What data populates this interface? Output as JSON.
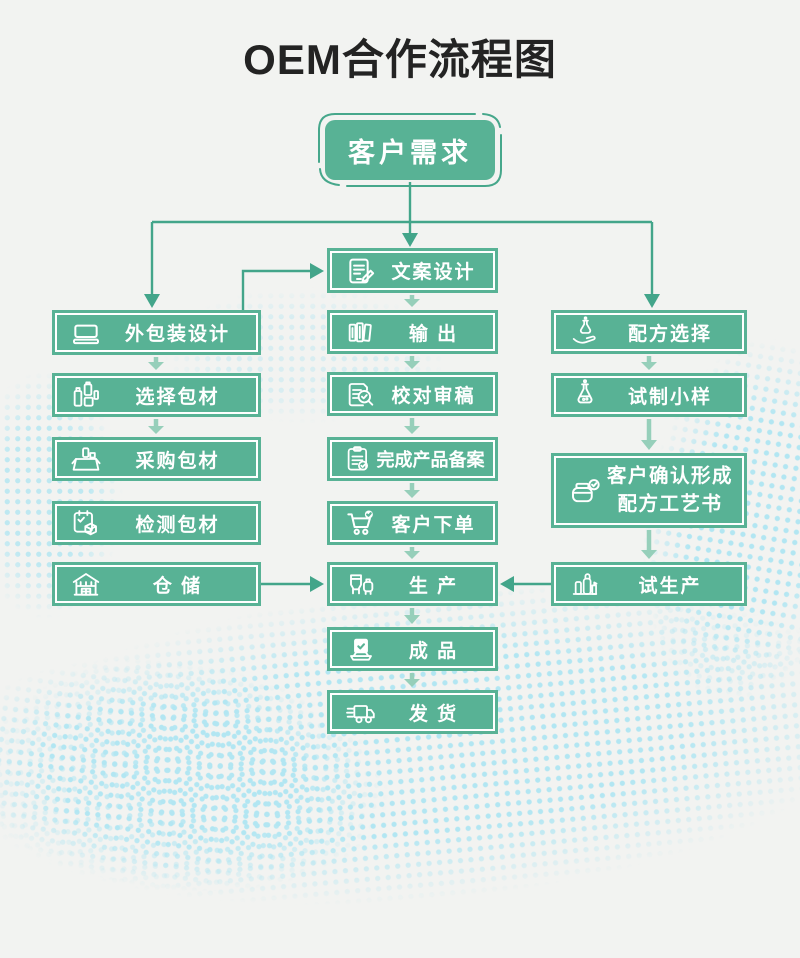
{
  "title": "OEM合作流程图",
  "root": {
    "label": "客户需求"
  },
  "columns": {
    "left": [
      {
        "label": "外包装设计",
        "icon": "package-design-icon"
      },
      {
        "label": "选择包材",
        "icon": "packaging-materials-icon"
      },
      {
        "label": "采购包材",
        "icon": "purchase-box-icon"
      },
      {
        "label": "检测包材",
        "icon": "inspect-box-icon"
      },
      {
        "label": "仓 储",
        "icon": "warehouse-icon"
      }
    ],
    "middle": [
      {
        "label": "文案设计",
        "icon": "copywriting-icon"
      },
      {
        "label": "输 出",
        "icon": "output-books-icon"
      },
      {
        "label": "校对审稿",
        "icon": "proofread-icon"
      },
      {
        "label": "完成产品备案",
        "icon": "filing-clipboard-icon"
      },
      {
        "label": "客户下单",
        "icon": "order-cart-icon"
      },
      {
        "label": "生 产",
        "icon": "production-tanks-icon"
      },
      {
        "label": "成 品",
        "icon": "finished-product-icon"
      },
      {
        "label": "发 货",
        "icon": "delivery-truck-icon"
      }
    ],
    "right": [
      {
        "label": "配方选择",
        "icon": "formula-hand-flask-icon"
      },
      {
        "label": "试制小样",
        "icon": "sample-flask-icon"
      },
      {
        "label_line1": "客户确认形成",
        "label_line2": "配方工艺书",
        "icon": "confirm-jar-icon"
      },
      {
        "label": "试生产",
        "icon": "trial-production-icon"
      }
    ]
  },
  "edges": [
    {
      "from": "客户需求",
      "to": "外包装设计"
    },
    {
      "from": "客户需求",
      "to": "文案设计"
    },
    {
      "from": "客户需求",
      "to": "配方选择"
    },
    {
      "from": "外包装设计",
      "to": "文案设计"
    },
    {
      "from": "外包装设计",
      "to": "选择包材"
    },
    {
      "from": "选择包材",
      "to": "采购包材"
    },
    {
      "from": "文案设计",
      "to": "输 出"
    },
    {
      "from": "输 出",
      "to": "校对审稿"
    },
    {
      "from": "校对审稿",
      "to": "完成产品备案"
    },
    {
      "from": "完成产品备案",
      "to": "客户下单"
    },
    {
      "from": "客户下单",
      "to": "生 产"
    },
    {
      "from": "生 产",
      "to": "成 品"
    },
    {
      "from": "成 品",
      "to": "发 货"
    },
    {
      "from": "配方选择",
      "to": "试制小样"
    },
    {
      "from": "试制小样",
      "to": "客户确认形成配方工艺书"
    },
    {
      "from": "客户确认形成配方工艺书",
      "to": "试生产"
    },
    {
      "from": "仓 储",
      "to": "生 产"
    },
    {
      "from": "试生产",
      "to": "生 产"
    }
  ],
  "colors": {
    "box_green": "#58b295",
    "connector_green": "#43a58a",
    "light_arrow_green": "#96cfba",
    "background": "#f2f3f1",
    "dot_blue": "#b2e6f2",
    "title_color": "#232323",
    "box_text": "#ffffff"
  }
}
